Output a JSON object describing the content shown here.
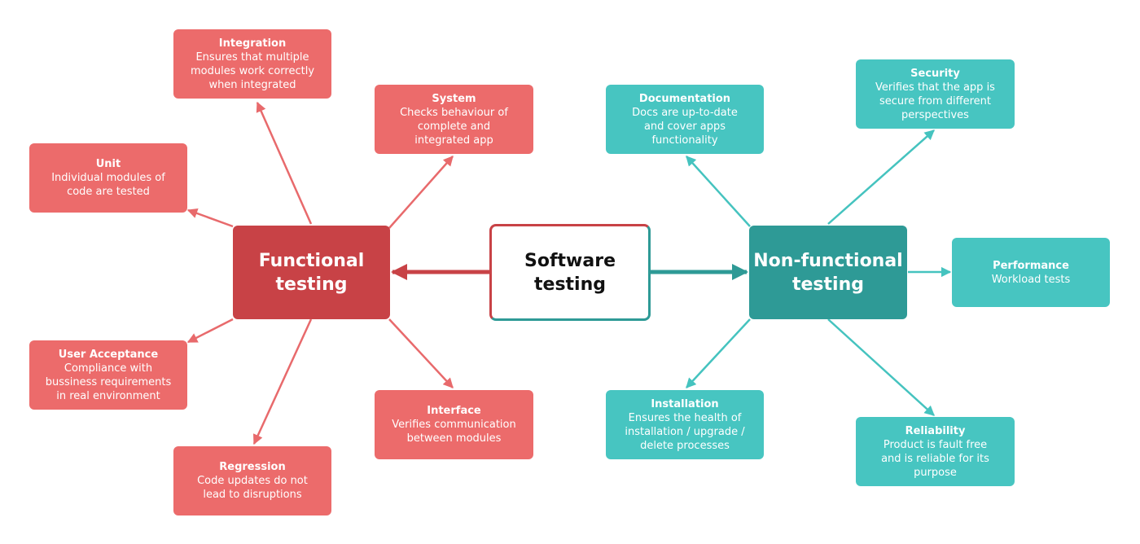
{
  "center": {
    "label": "Software\ntesting"
  },
  "functional": {
    "label": "Functional\ntesting",
    "color": "#c84246",
    "leaf_color": "#ec6b6b"
  },
  "nonfunctional": {
    "label": "Non-functional\ntesting",
    "color": "#2e9a96",
    "leaf_color": "#47c5c1"
  },
  "functional_items": [
    {
      "title": "Integration",
      "desc": "Ensures that multiple\nmodules work correctly\nwhen integrated"
    },
    {
      "title": "System",
      "desc": "Checks behaviour of\ncomplete and\nintegrated app"
    },
    {
      "title": "Unit",
      "desc": "Individual modules of\ncode are tested"
    },
    {
      "title": "User Acceptance",
      "desc": "Compliance with\nbussiness requirements\nin real environment"
    },
    {
      "title": "Interface",
      "desc": "Verifies communication\nbetween modules"
    },
    {
      "title": "Regression",
      "desc": "Code updates  do not\nlead to disruptions"
    }
  ],
  "nonfunctional_items": [
    {
      "title": "Documentation",
      "desc": "Docs are up-to-date\nand cover apps\nfunctionality"
    },
    {
      "title": "Security",
      "desc": "Verifies that the app is\nsecure from different\nperspectives"
    },
    {
      "title": "Performance",
      "desc": "Workload tests"
    },
    {
      "title": "Installation",
      "desc": "Ensures the health of\ninstallation / upgrade /\ndelete processes"
    },
    {
      "title": "Reliability",
      "desc": "Product is fault free\nand is reliable for its\npurpose"
    }
  ]
}
